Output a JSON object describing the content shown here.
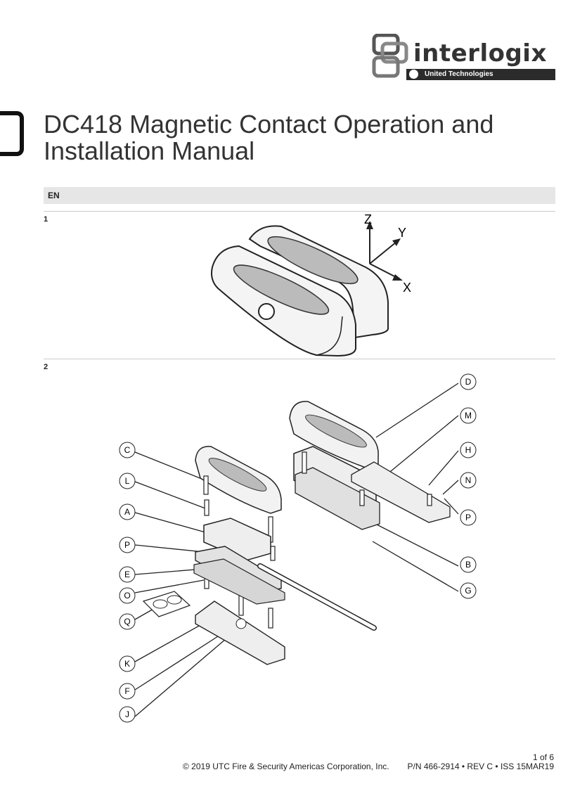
{
  "brand": {
    "name": "interlogix",
    "tagline": "United Technologies"
  },
  "document": {
    "title_line1": "DC418 Magnetic Contact Operation and",
    "title_line2": "Installation Manual"
  },
  "language": "EN",
  "figure1": {
    "number": "1",
    "axes": [
      "Z",
      "Y",
      "X"
    ]
  },
  "figure2": {
    "number": "2",
    "callouts_left": [
      "C",
      "L",
      "A",
      "P",
      "E",
      "O",
      "Q",
      "K",
      "F",
      "J"
    ],
    "callouts_right": [
      "D",
      "M",
      "H",
      "N",
      "P",
      "B",
      "G"
    ]
  },
  "footer": {
    "copyright": "© 2019 UTC Fire & Security Americas Corporation, Inc.",
    "page": "1 of 6",
    "part_number": "P/N 466-2914 • REV C • ISS 15MAR19"
  }
}
